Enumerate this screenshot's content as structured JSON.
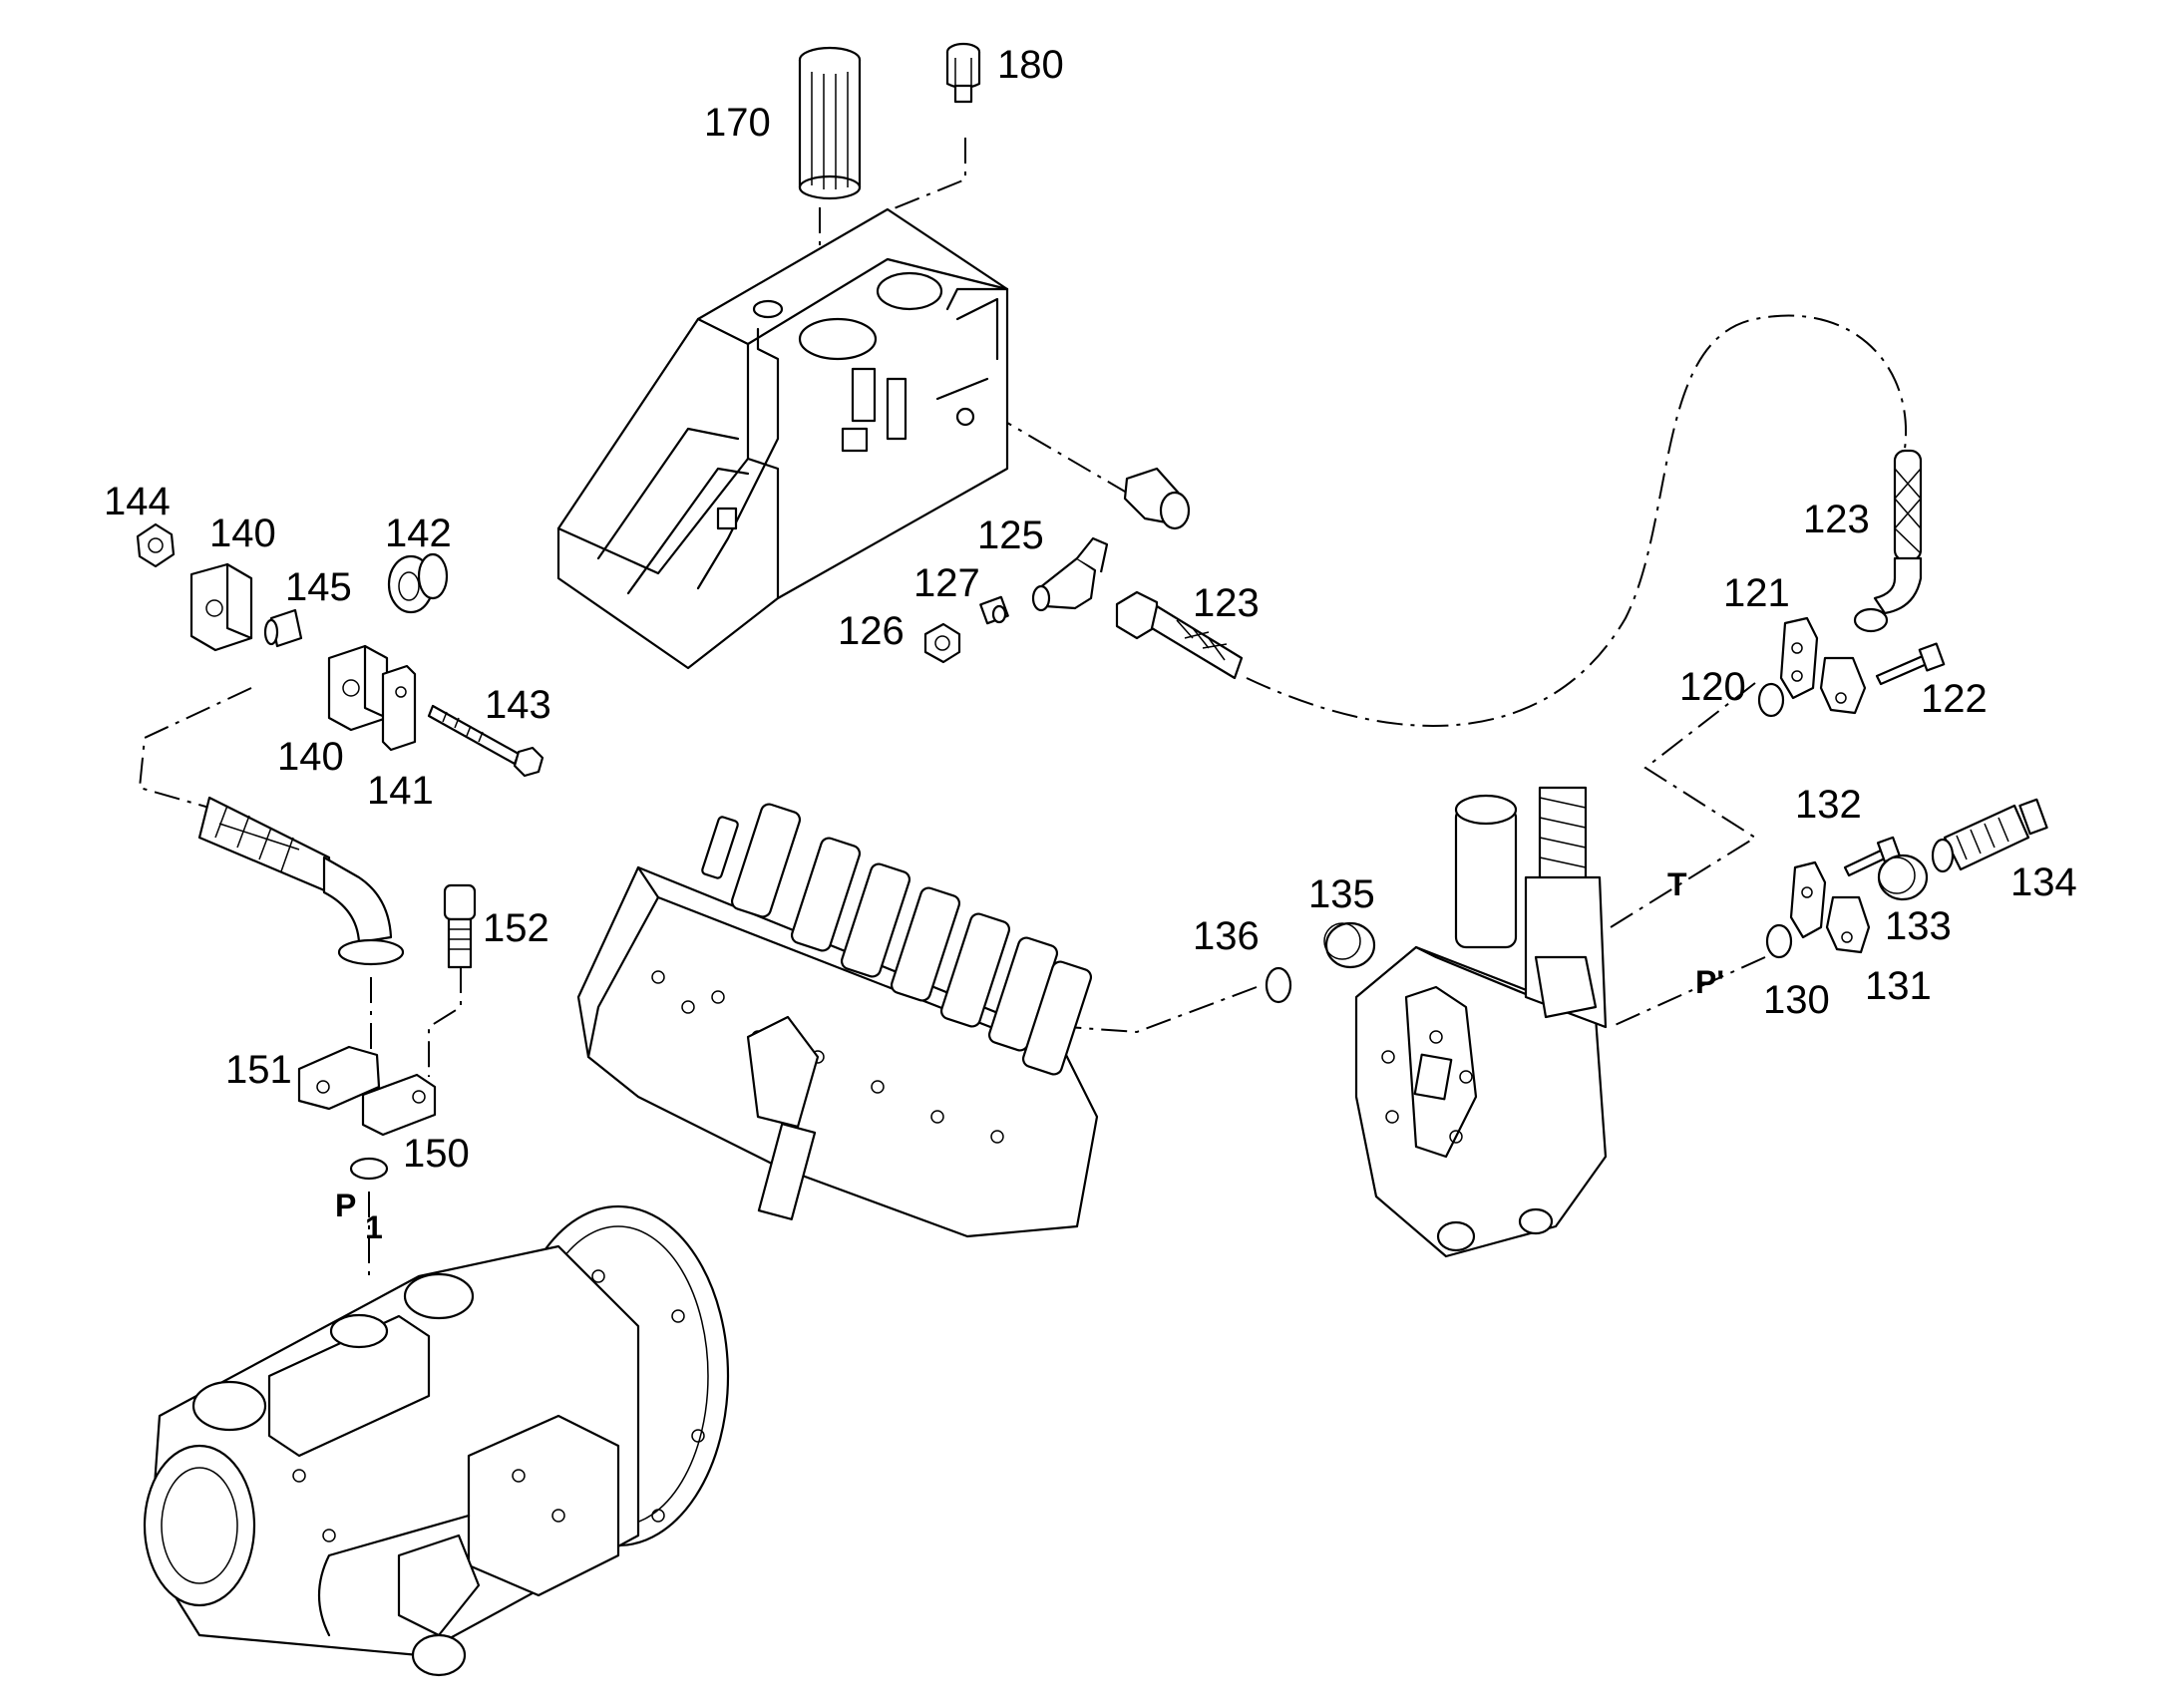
{
  "labels": {
    "l170": "170",
    "l180": "180",
    "l144": "144",
    "l140a": "140",
    "l142": "142",
    "l145": "145",
    "l143": "143",
    "l140b": "140",
    "l141": "141",
    "l125": "125",
    "l127": "127",
    "l126": "126",
    "l123a": "123",
    "l123b": "123",
    "l121": "121",
    "l120": "120",
    "l122": "122",
    "l132": "132",
    "l134": "134",
    "l133": "133",
    "l131": "131",
    "l130": "130",
    "l135": "135",
    "l136": "136",
    "l152": "152",
    "l151": "151",
    "l150": "150"
  },
  "ports": {
    "t": "T",
    "p_prime": "P'",
    "p": "P",
    "p_sub": "1"
  }
}
